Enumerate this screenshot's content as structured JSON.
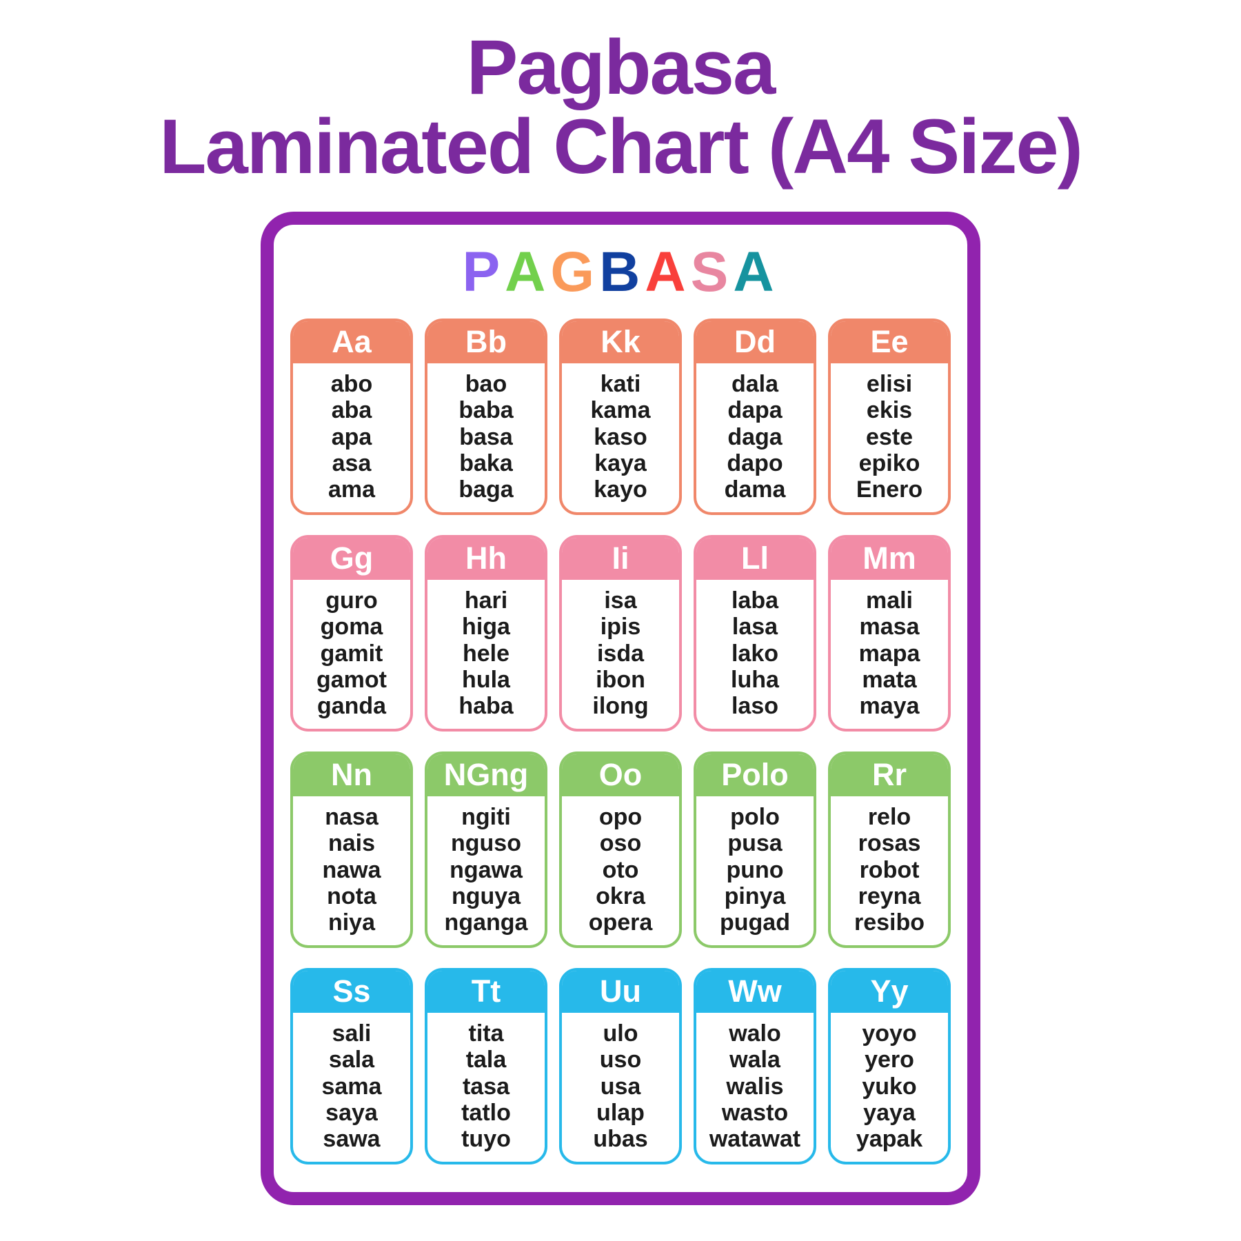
{
  "page": {
    "title_line1": "Pagbasa",
    "title_line2": "Laminated Chart (A4 Size)",
    "title_color": "#7B2A9E"
  },
  "poster": {
    "border_color": "#9123AE",
    "brand": {
      "text": "PAGBASA",
      "letters": [
        {
          "char": "P",
          "color": "#8B63F0"
        },
        {
          "char": "A",
          "color": "#72D04C"
        },
        {
          "char": "G",
          "color": "#FA9A5A"
        },
        {
          "char": "B",
          "color": "#11409F"
        },
        {
          "char": "A",
          "color": "#F9403B"
        },
        {
          "char": "S",
          "color": "#E886A0"
        },
        {
          "char": "A",
          "color": "#16939F"
        }
      ]
    },
    "rows": [
      {
        "color": "#F0876A",
        "cards": [
          {
            "letter": "Aa",
            "words": [
              "abo",
              "aba",
              "apa",
              "asa",
              "ama"
            ]
          },
          {
            "letter": "Bb",
            "words": [
              "bao",
              "baba",
              "basa",
              "baka",
              "baga"
            ]
          },
          {
            "letter": "Kk",
            "words": [
              "kati",
              "kama",
              "kaso",
              "kaya",
              "kayo"
            ]
          },
          {
            "letter": "Dd",
            "words": [
              "dala",
              "dapa",
              "daga",
              "dapo",
              "dama"
            ]
          },
          {
            "letter": "Ee",
            "words": [
              "elisi",
              "ekis",
              "este",
              "epiko",
              "Enero"
            ]
          }
        ]
      },
      {
        "color": "#F28CA6",
        "cards": [
          {
            "letter": "Gg",
            "words": [
              "guro",
              "goma",
              "gamit",
              "gamot",
              "ganda"
            ]
          },
          {
            "letter": "Hh",
            "words": [
              "hari",
              "higa",
              "hele",
              "hula",
              "haba"
            ]
          },
          {
            "letter": "Ii",
            "words": [
              "isa",
              "ipis",
              "isda",
              "ibon",
              "ilong"
            ]
          },
          {
            "letter": "Ll",
            "words": [
              "laba",
              "lasa",
              "lako",
              "luha",
              "laso"
            ]
          },
          {
            "letter": "Mm",
            "words": [
              "mali",
              "masa",
              "mapa",
              "mata",
              "maya"
            ]
          }
        ]
      },
      {
        "color": "#8CC969",
        "cards": [
          {
            "letter": "Nn",
            "words": [
              "nasa",
              "nais",
              "nawa",
              "nota",
              "niya"
            ]
          },
          {
            "letter": "NGng",
            "words": [
              "ngiti",
              "nguso",
              "ngawa",
              "nguya",
              "nganga"
            ]
          },
          {
            "letter": "Oo",
            "words": [
              "opo",
              "oso",
              "oto",
              "okra",
              "opera"
            ]
          },
          {
            "letter": "Polo",
            "words": [
              "polo",
              "pusa",
              "puno",
              "pinya",
              "pugad"
            ]
          },
          {
            "letter": "Rr",
            "words": [
              "relo",
              "rosas",
              "robot",
              "reyna",
              "resibo"
            ]
          }
        ]
      },
      {
        "color": "#27B9EA",
        "cards": [
          {
            "letter": "Ss",
            "words": [
              "sali",
              "sala",
              "sama",
              "saya",
              "sawa"
            ]
          },
          {
            "letter": "Tt",
            "words": [
              "tita",
              "tala",
              "tasa",
              "tatlo",
              "tuyo"
            ]
          },
          {
            "letter": "Uu",
            "words": [
              "ulo",
              "uso",
              "usa",
              "ulap",
              "ubas"
            ]
          },
          {
            "letter": "Ww",
            "words": [
              "walo",
              "wala",
              "walis",
              "wasto",
              "watawat"
            ]
          },
          {
            "letter": "Yy",
            "words": [
              "yoyo",
              "yero",
              "yuko",
              "yaya",
              "yapak"
            ]
          }
        ]
      }
    ]
  }
}
